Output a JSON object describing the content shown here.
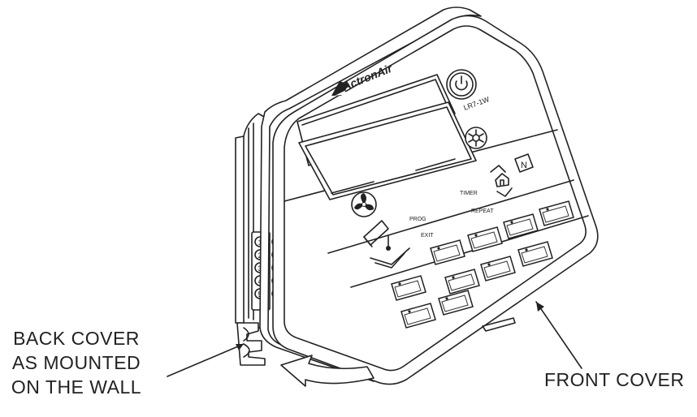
{
  "device": {
    "brand": "ActronAir",
    "model": "LR7-1W",
    "labels": {
      "prog": "PROG",
      "exit": "EXIT",
      "timer": "TIMER",
      "repeat": "REPEAT"
    },
    "nfc_mark": "N",
    "terminals": [
      "1",
      "2",
      "3",
      "4",
      "5"
    ]
  },
  "callouts": {
    "back_cover": [
      "BACK COVER",
      "AS MOUNTED",
      "ON THE WALL"
    ],
    "front_cover": "FRONT COVER"
  },
  "icons": [
    "power-icon",
    "fan-icon",
    "snowflake-sun-icon",
    "thermometer-icon",
    "home-icon",
    "nfc-icon",
    "up-chevron-icon",
    "down-chevron-icon"
  ]
}
